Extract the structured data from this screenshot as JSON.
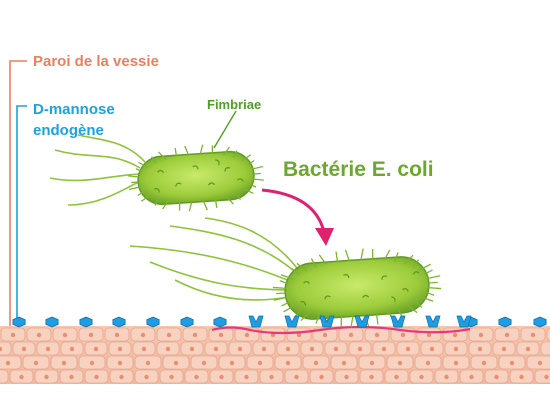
{
  "labels": {
    "bladder_wall": "Paroi de la vessie",
    "mannose_line1": "D-mannose",
    "mannose_line2": "endogène",
    "fimbriae": "Fimbriae",
    "bacteria": "Bactérie E. coli"
  },
  "colors": {
    "bladder_wall": "#e9805f",
    "mannose": "#1aa3dc",
    "fimbriae": "#4f9e2a",
    "bacteria_title": "#6aa92c",
    "arrow": "#e0226e",
    "bacteria_body": "#9ccc3a",
    "tissue": "#f7c7b0",
    "binding": "#e0226e"
  },
  "icons": {
    "free_mannose": "hexagon-icon",
    "bound_mannose": "receptor-icon"
  }
}
